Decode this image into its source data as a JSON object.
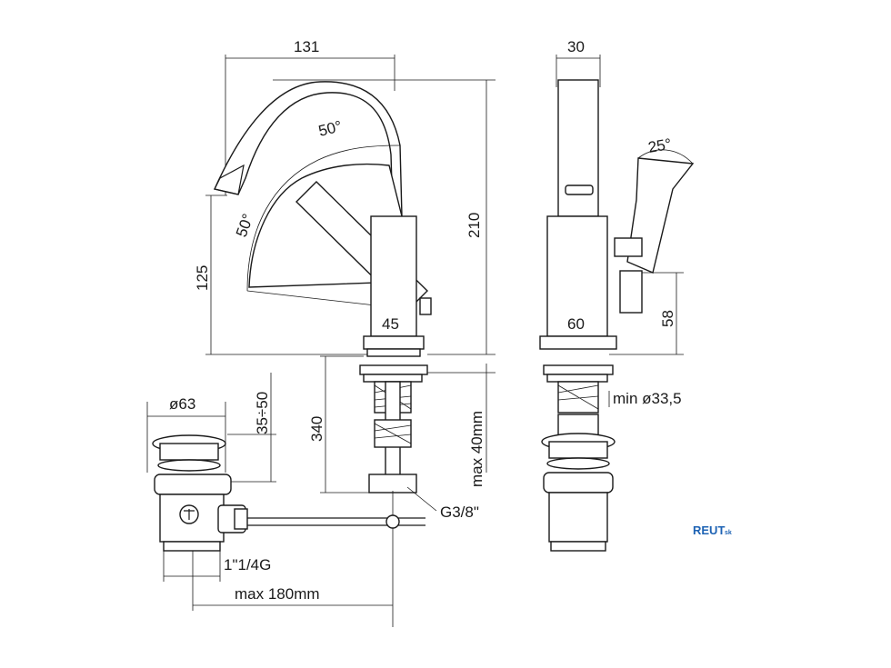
{
  "dimensions": {
    "spout_reach": "131",
    "body_depth": "30",
    "spout_angle": "50°",
    "handle_angle_front": "50°",
    "lever_angle_side": "25°",
    "total_height": "210",
    "spout_height": "125",
    "body_width_front": "45",
    "body_width_side": "60",
    "lever_height": "58",
    "hole_diameter": "min ø33,5",
    "pipe_length": "340",
    "max_thickness": "max 40mm",
    "connection": "G3/8\"",
    "drain_diameter": "ø63",
    "drain_height": "35÷50",
    "drain_thread": "1\"1/4G",
    "rod_length": "max 180mm"
  },
  "logo": {
    "main": "REUT",
    "suffix": "sk",
    "color": "#1e63b4"
  }
}
